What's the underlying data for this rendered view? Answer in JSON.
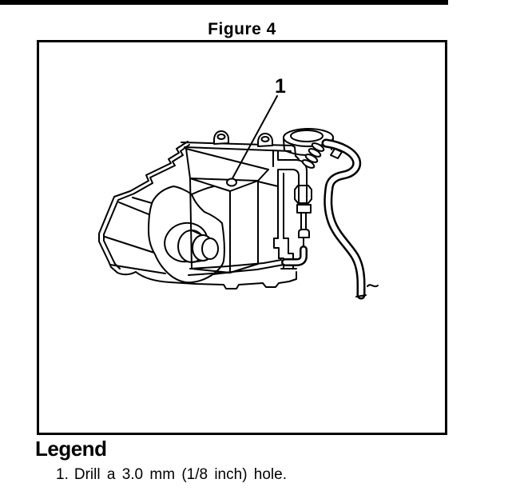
{
  "page": {
    "background": "#ffffff",
    "ink_color": "#000000"
  },
  "figure": {
    "title": "Figure 4",
    "callout_label": "1",
    "illustration_name": "transaxle-case-with-vent-hose-line-drawing"
  },
  "legend": {
    "heading": "Legend",
    "items": [
      {
        "number": "1.",
        "text": "Drill a 3.0 mm (1/8 inch) hole."
      }
    ]
  }
}
